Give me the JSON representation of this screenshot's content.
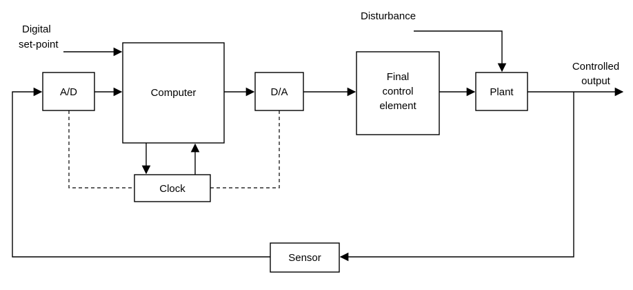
{
  "diagram": {
    "type": "block-diagram",
    "subject": "digital-control-system-feedback-loop",
    "background_color": "#ffffff",
    "line_color": "#000000",
    "blocks": {
      "ad": {
        "label": "A/D"
      },
      "computer": {
        "label": "Computer"
      },
      "da": {
        "label": "D/A"
      },
      "final_control_element": {
        "label_line1": "Final",
        "label_line2": "control",
        "label_line3": "element"
      },
      "plant": {
        "label": "Plant"
      },
      "clock": {
        "label": "Clock"
      },
      "sensor": {
        "label": "Sensor"
      }
    },
    "annotations": {
      "digital_setpoint_line1": "Digital",
      "digital_setpoint_line2": "set-point",
      "disturbance": "Disturbance",
      "controlled_output_line1": "Controlled",
      "controlled_output_line2": "output"
    }
  }
}
